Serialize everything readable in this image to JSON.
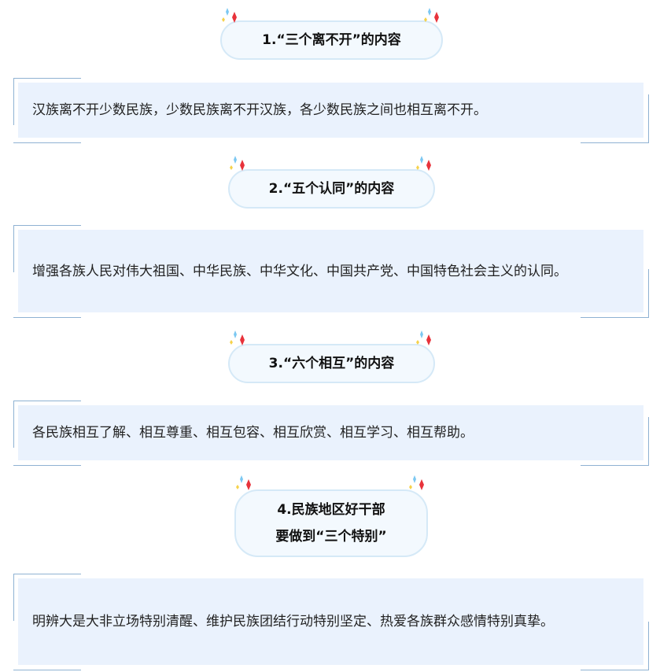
{
  "sections": [
    {
      "title": "1.“三个离不开”的内容",
      "body": "汉族离不开少数民族，少数民族离不开汉族，各少数民族之间也相互离不开。"
    },
    {
      "title": "2.“五个认同”的内容",
      "body": "增强各族人民对伟大祖国、中华民族、中华文化、中国共产党、中国特色社会主义的认同。"
    },
    {
      "title": "3.“六个相互”的内容",
      "body": "各民族相互了解、相互尊重、相互包容、相互欣赏、相互学习、相互帮助。"
    },
    {
      "title_line1": "4.民族地区好干部",
      "title_line2": "要做到“三个特别”",
      "body": "明辨大是大非立场特别清醒、维护民族团结行动特别坚定、热爱各族群众感情特别真挚。"
    }
  ],
  "colors": {
    "box_bg": "#eaf2fd",
    "pill_bg": "#f3f9fe",
    "pill_border": "#d5e9f7",
    "bracket": "#8fb2d3",
    "spark_blue": "#7cc8f2",
    "spark_red": "#e8323a",
    "spark_yellow": "#f6d24a"
  }
}
